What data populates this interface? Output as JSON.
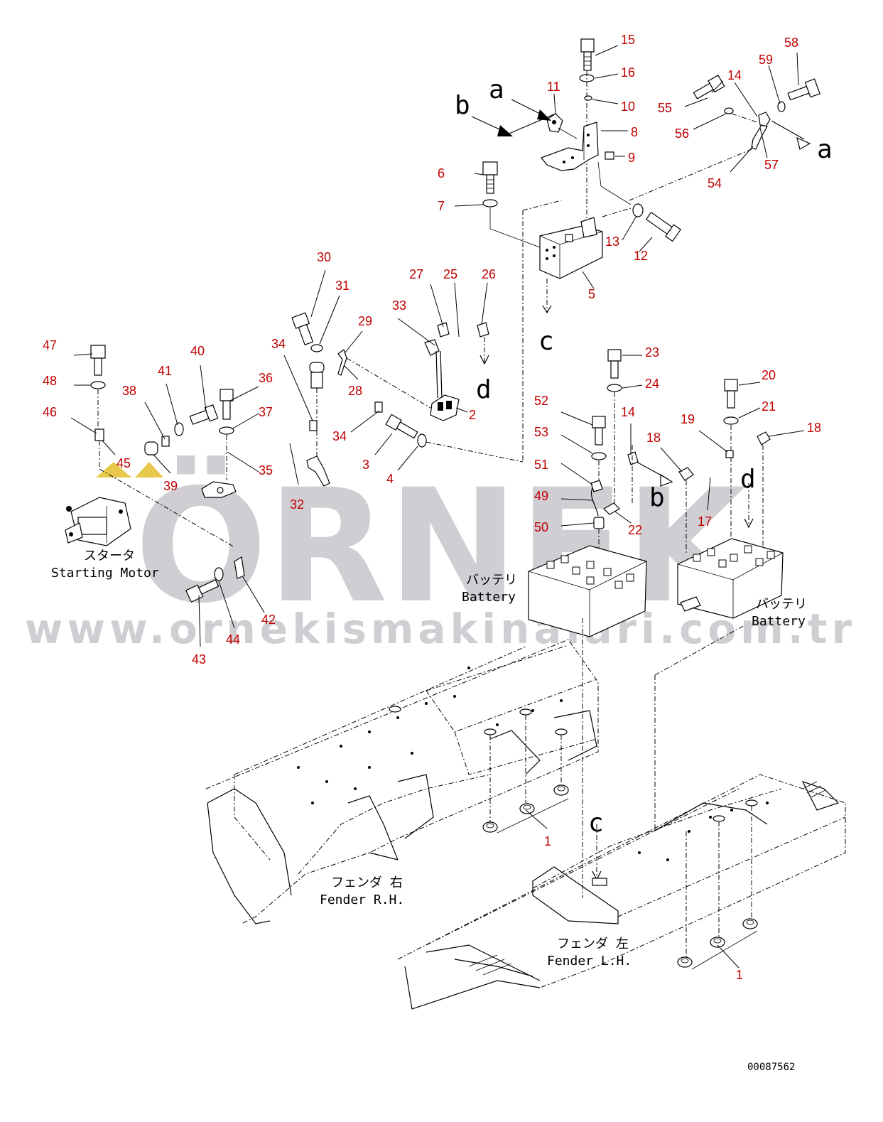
{
  "watermark": {
    "brand": "ÖRNEK",
    "url": "www.ornekismakinalari.com.tr",
    "color": "#c9c6cc",
    "accent_color": "#e8c84a"
  },
  "callout_color": "#c00000",
  "part_numbers": [
    "1",
    "1",
    "2",
    "3",
    "4",
    "5",
    "6",
    "7",
    "8",
    "9",
    "10",
    "11",
    "12",
    "13",
    "14",
    "14",
    "15",
    "16",
    "17",
    "18",
    "18",
    "19",
    "20",
    "21",
    "22",
    "23",
    "24",
    "25",
    "26",
    "27",
    "28",
    "29",
    "30",
    "31",
    "32",
    "33",
    "34",
    "34",
    "35",
    "36",
    "37",
    "38",
    "39",
    "40",
    "41",
    "42",
    "43",
    "44",
    "45",
    "46",
    "47",
    "48",
    "49",
    "50",
    "51",
    "52",
    "53",
    "54",
    "55",
    "56",
    "57",
    "58",
    "59"
  ],
  "view_markers": [
    "a",
    "a",
    "b",
    "b",
    "c",
    "c",
    "d",
    "d"
  ],
  "labels": {
    "starter_jp": "スタータ",
    "starter_en": "Starting Motor",
    "battery_left_jp": "バッテリ",
    "battery_left_en": "Battery",
    "battery_right_jp": "バッテリ",
    "battery_right_en": "Battery",
    "fender_rh_jp": "フェンダ 右",
    "fender_rh_en": "Fender R.H.",
    "fender_lh_jp": "フェンダ 左",
    "fender_lh_en": "Fender L.H."
  },
  "drawing_number": "00087562"
}
